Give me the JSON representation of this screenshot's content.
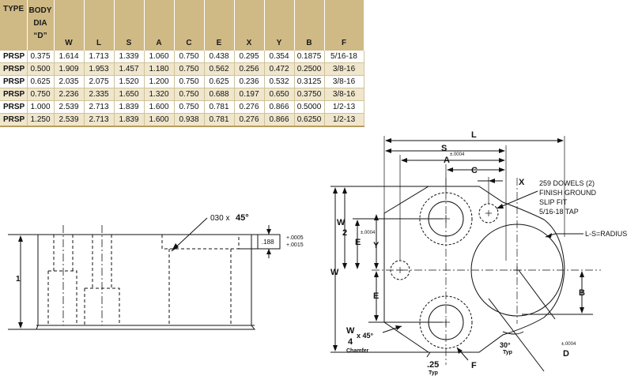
{
  "table": {
    "headers": {
      "type": "TYPE",
      "body_dia": [
        "BODY",
        "DIA",
        "“D”"
      ],
      "cols": [
        "W",
        "L",
        "S",
        "A",
        "C",
        "E",
        "X",
        "Y",
        "B",
        "F"
      ]
    },
    "rows": [
      {
        "type": "PRSP",
        "cells": [
          "0.375",
          "1.614",
          "1.713",
          "1.339",
          "1.060",
          "0.750",
          "0.438",
          "0.295",
          "0.354",
          "0.1875",
          "5/16-18"
        ]
      },
      {
        "type": "PRSP",
        "cells": [
          "0.500",
          "1.909",
          "1.953",
          "1.457",
          "1.180",
          "0.750",
          "0.562",
          "0.256",
          "0.472",
          "0.2500",
          "3/8-16"
        ]
      },
      {
        "type": "PRSP",
        "cells": [
          "0.625",
          "2.035",
          "2.075",
          "1.520",
          "1.200",
          "0.750",
          "0.625",
          "0.236",
          "0.532",
          "0.3125",
          "3/8-16"
        ]
      },
      {
        "type": "PRSP",
        "cells": [
          "0.750",
          "2.236",
          "2.335",
          "1.650",
          "1.320",
          "0.750",
          "0.688",
          "0.197",
          "0.650",
          "0.3750",
          "3/8-16"
        ]
      },
      {
        "type": "PRSP",
        "cells": [
          "1.000",
          "2.539",
          "2.713",
          "1.839",
          "1.600",
          "0.750",
          "0.781",
          "0.276",
          "0.866",
          "0.5000",
          "1/2-13"
        ]
      },
      {
        "type": "PRSP",
        "cells": [
          "1.250",
          "2.539",
          "2.713",
          "1.839",
          "1.600",
          "0.938",
          "0.781",
          "0.276",
          "0.866",
          "0.6250",
          "1/2-13"
        ]
      }
    ]
  },
  "side_view": {
    "chamfer_note": "030 x",
    "chamfer_angle": "45°",
    "height_label": "1",
    "depth_value": ".188",
    "depth_tol_plus": "+.0005",
    "depth_tol_minus": "+.0015"
  },
  "plan_view": {
    "label_L": "L",
    "label_S": "S",
    "label_S_tol": "±.0004",
    "label_A": "A",
    "label_C": "C",
    "label_X": "X",
    "label_W": "W",
    "label_W2_num": "W",
    "label_W2_den": "2",
    "label_E_upper": "E",
    "label_E_tol": "±.0004",
    "label_Y": "Y",
    "label_E_lower": "E",
    "label_B": "B",
    "dowel_notes": [
      "259 DOWELS (2)",
      "FINISH GROUND",
      "SLIP FIT",
      "5/16-18 TAP"
    ],
    "radius_note": "L-S=RADIUS",
    "chamfer_num": "W",
    "chamfer_den": "4",
    "chamfer_angle": "x 45°",
    "chamfer_word": "Chamfer",
    "corner_value": ".25",
    "corner_typ": "Typ",
    "label_F": "F",
    "angle_value": "30°",
    "angle_typ": "Typ",
    "label_D_tol": "±.0004",
    "label_D": "D"
  }
}
